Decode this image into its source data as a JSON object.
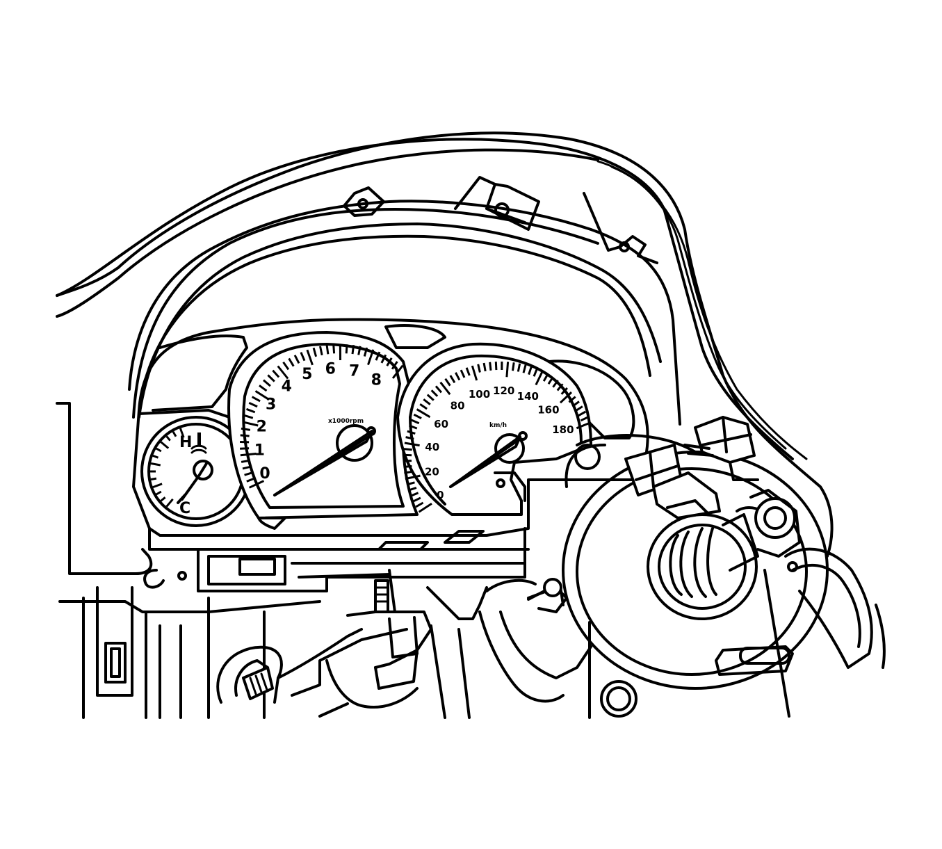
{
  "colors": {
    "line": "#000000",
    "background": "#ffffff"
  },
  "tachometer": {
    "labels": [
      "0",
      "1",
      "2",
      "3",
      "4",
      "5",
      "6",
      "7",
      "8"
    ],
    "unit": "x1000rpm"
  },
  "speedometer": {
    "labels": [
      "0",
      "20",
      "40",
      "60",
      "80",
      "100",
      "120",
      "140",
      "160",
      "180"
    ],
    "unit": "km/h"
  },
  "temperature_gauge": {
    "hot_label": "H",
    "cold_label": "C"
  }
}
